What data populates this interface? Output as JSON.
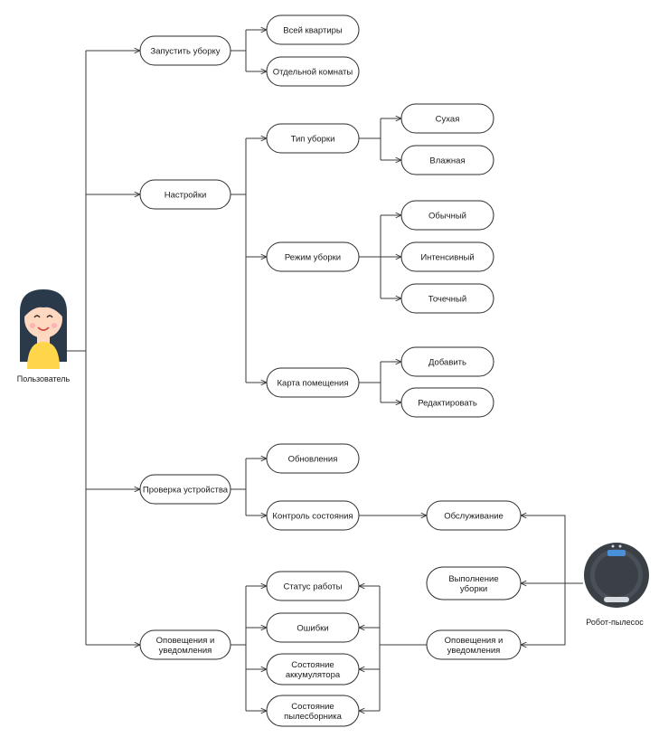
{
  "actors": {
    "user": "Пользователь",
    "robot": "Робот-пылесос"
  },
  "nodes": {
    "start": "Запустить уборку",
    "whole": "Всей квартиры",
    "rooms": "Отдельной комнаты",
    "settings": "Настройки",
    "type": "Тип уборки",
    "dry": "Сухая",
    "wet": "Влажная",
    "mode": "Режим уборки",
    "normal": "Обычный",
    "intense": "Интенсивный",
    "spot": "Точечный",
    "map": "Карта помещения",
    "add": "Добавить",
    "edit": "Редактировать",
    "check": "Проверка устройства",
    "updates": "Обновления",
    "control": "Контроль состояния",
    "service": "Обслуживание",
    "perform": "Выполнение\nуборки",
    "notify_user": "Оповещения и\nуведомления",
    "notify_robot": "Оповещения и\nуведомления",
    "status": "Статус работы",
    "errors": "Ошибки",
    "battery": "Состояние\nаккумулятора",
    "dustbin": "Состояние\nпылесборника"
  },
  "colors": {
    "line": "#3a3a3a",
    "node_border": "#2b2b2b",
    "hair": "#2a3a4a",
    "skin": "#ffd8c2",
    "shirt": "#ffd54a",
    "robot_body": "#3b4047",
    "robot_accent": "#4a90d9"
  },
  "icons": {
    "user": "girl-avatar-icon",
    "robot": "robot-vacuum-icon"
  }
}
